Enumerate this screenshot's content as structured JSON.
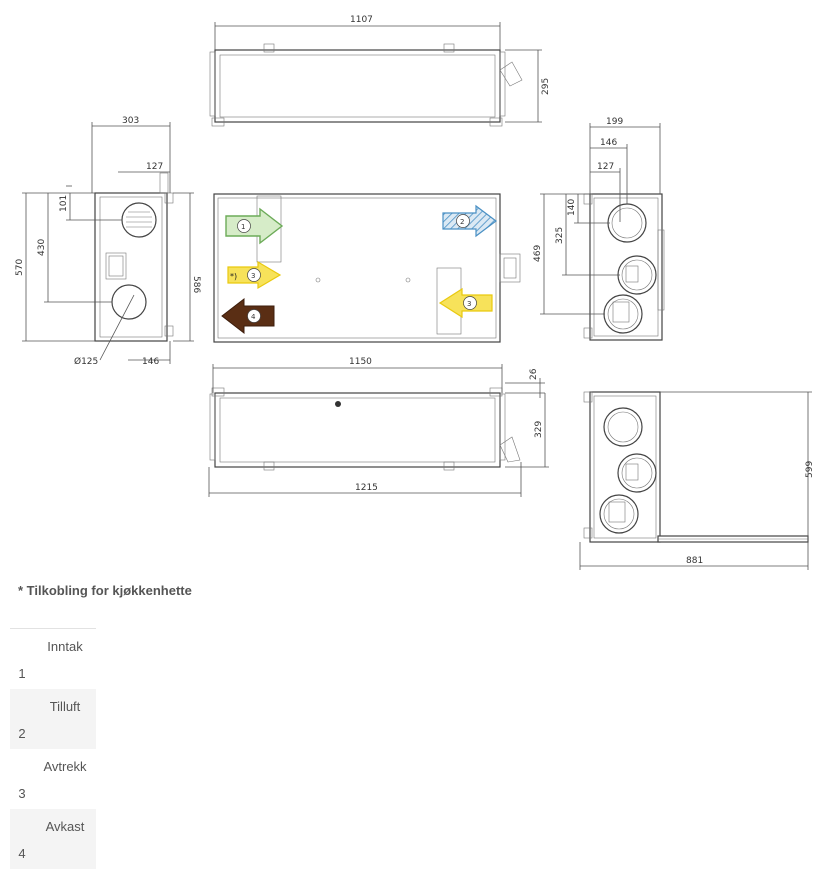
{
  "dimensions": {
    "top_width": "1107",
    "top_height": "295",
    "side_width": "303",
    "side_inner_width": "127",
    "side_offset": "101",
    "side_height_430": "430",
    "side_height_570": "570",
    "side_height_586": "586",
    "side_bottom_146": "146",
    "diameter": "Ø125",
    "right_199": "199",
    "right_146": "146",
    "right_127": "127",
    "right_140": "140",
    "right_325": "325",
    "right_469": "469",
    "front_width": "1150",
    "bottom_26": "26",
    "bottom_329": "329",
    "bottom_width": "1215",
    "corner_height": "599",
    "corner_width": "881"
  },
  "markers": {
    "m1": "1",
    "m2": "2",
    "m3": "3",
    "m3b": "3",
    "m4": "4",
    "asterisk": "*)"
  },
  "colors": {
    "inntak": "#7bbf6a",
    "tilluft": "#4a90c4",
    "avtrekk": "#f2d21b",
    "avkast": "#5a2e14"
  },
  "note": "* Tilkobling for kjøkkenhette",
  "legend": [
    {
      "num": "1",
      "label": "Inntak"
    },
    {
      "num": "2",
      "label": "Tilluft"
    },
    {
      "num": "3",
      "label": "Avtrekk"
    },
    {
      "num": "4",
      "label": "Avkast"
    }
  ]
}
